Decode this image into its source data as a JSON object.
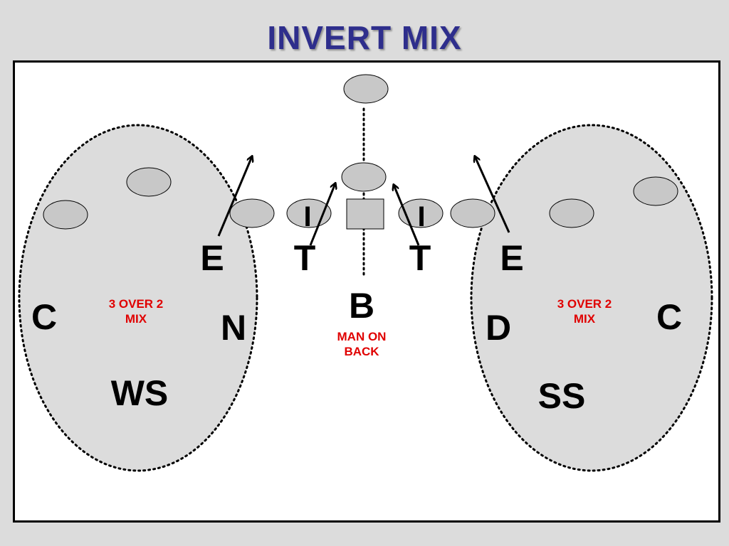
{
  "title": "INVERT MIX",
  "labels": {
    "left_e": "E",
    "left_t": "T",
    "right_t": "T",
    "right_e": "E",
    "left_c": "C",
    "right_c": "C",
    "n": "N",
    "d": "D",
    "ws": "WS",
    "ss": "SS",
    "b": "B",
    "left_i": "I",
    "right_i": "I"
  },
  "notes": {
    "left_mix_line1": "3 OVER 2",
    "left_mix_line2": "MIX",
    "right_mix_line1": "3 OVER 2",
    "right_mix_line2": "MIX",
    "back_line1": "MAN ON",
    "back_line2": "BACK"
  },
  "colors": {
    "title": "#2e2e8c",
    "note": "#e00000",
    "player_fill": "#c8c8c8",
    "zone_fill": "#dcdcdc"
  }
}
